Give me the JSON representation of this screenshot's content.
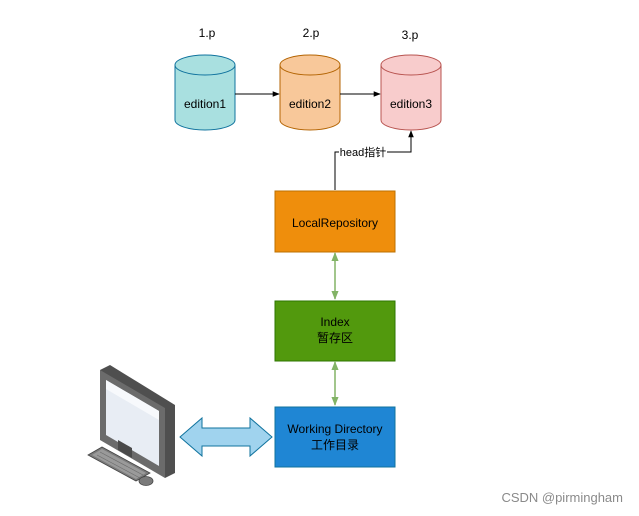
{
  "colors": {
    "cyl1": "#a9e0e0",
    "cyl2": "#f8c89a",
    "cyl3": "#f8cccc",
    "local_repo": "#ef8e0c",
    "index": "#52990d",
    "working_dir": "#1f86d4",
    "green_arrow": "#82b366",
    "blue_arrow": "#a0d3ee"
  },
  "files": [
    {
      "name": "1.p",
      "edition": "edition1"
    },
    {
      "name": "2.p",
      "edition": "edition2"
    },
    {
      "name": "3.p",
      "edition": "edition3"
    }
  ],
  "head_label": "head指针",
  "local_repository": {
    "line1": "LocalRepository"
  },
  "index": {
    "line1": "Index",
    "line2": "暂存区"
  },
  "working_directory": {
    "line1": "Working Directory",
    "line2": "工作目录"
  },
  "icons": [
    "computer-icon"
  ],
  "watermark": "CSDN @pirmingham"
}
